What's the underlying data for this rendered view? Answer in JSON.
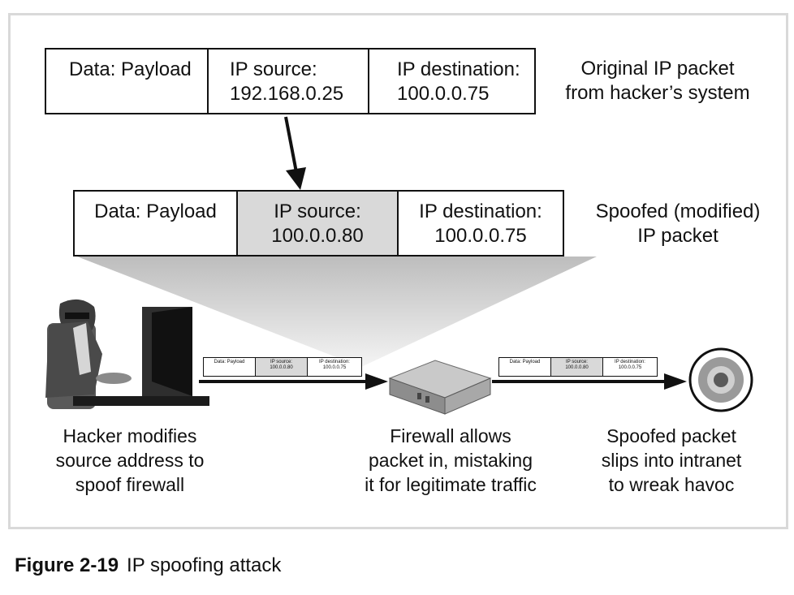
{
  "original_packet": {
    "data_label": "Data: Payload",
    "source_label": "IP source:",
    "source_value": "192.168.0.25",
    "dest_label": "IP destination:",
    "dest_value": "100.0.0.75",
    "side_label_1": "Original IP packet",
    "side_label_2": "from hacker’s system"
  },
  "spoofed_packet": {
    "data_label": "Data: Payload",
    "source_label": "IP source:",
    "source_value": "100.0.0.80",
    "dest_label": "IP destination:",
    "dest_value": "100.0.0.75",
    "side_label_1": "Spoofed (modified)",
    "side_label_2": "IP packet"
  },
  "mini_packet": {
    "data_label": "Data: Payload",
    "source_label": "IP source:",
    "source_value": "100.0.0.80",
    "dest_label": "IP destination:",
    "dest_value": "100.0.0.75"
  },
  "steps": {
    "hacker": [
      "Hacker modifies",
      "source address to",
      "spoof firewall"
    ],
    "firewall": [
      "Firewall allows",
      "packet in, mistaking",
      "it for legitimate traffic"
    ],
    "target": [
      "Spoofed packet",
      "slips into intranet",
      "to wreak havoc"
    ]
  },
  "figure": {
    "number": "Figure 2-19",
    "title": "IP spoofing attack"
  },
  "colors": {
    "highlight": "#d9d9d9",
    "line": "#111111",
    "frame": "#d9d9d9"
  }
}
